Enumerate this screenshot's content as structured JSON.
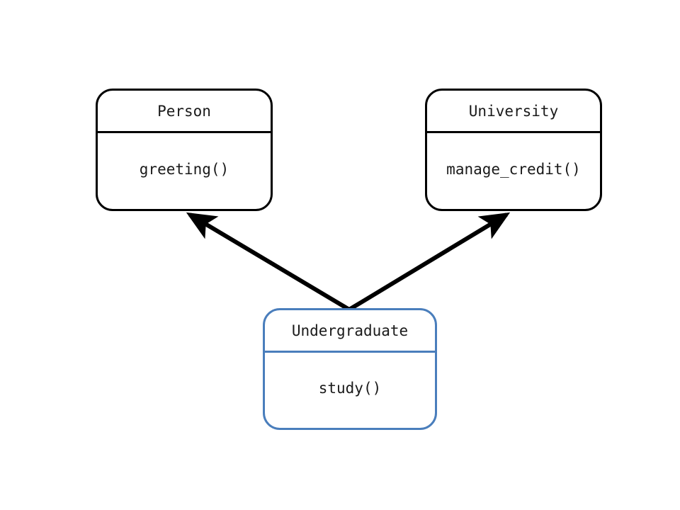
{
  "diagram": {
    "kind": "uml-class-diagram",
    "background_color": "#ffffff",
    "classes": [
      {
        "id": "person",
        "name": "Person",
        "members": [
          "greeting()"
        ],
        "border_color": "#000000",
        "text_color": "#1a1a1a"
      },
      {
        "id": "university",
        "name": "University",
        "members": [
          "manage_credit()"
        ],
        "border_color": "#000000",
        "text_color": "#1a1a1a"
      },
      {
        "id": "undergraduate",
        "name": "Undergraduate",
        "members": [
          "study()"
        ],
        "border_color": "#4a7ebc",
        "text_color": "#1a1a1a"
      }
    ],
    "relationships": [
      {
        "id": "undergraduate-to-person",
        "from": "Undergraduate",
        "to": "Person",
        "style": "solid-filled-arrow",
        "color": "#000000"
      },
      {
        "id": "undergraduate-to-university",
        "from": "Undergraduate",
        "to": "University",
        "style": "solid-filled-arrow",
        "color": "#000000"
      }
    ]
  }
}
